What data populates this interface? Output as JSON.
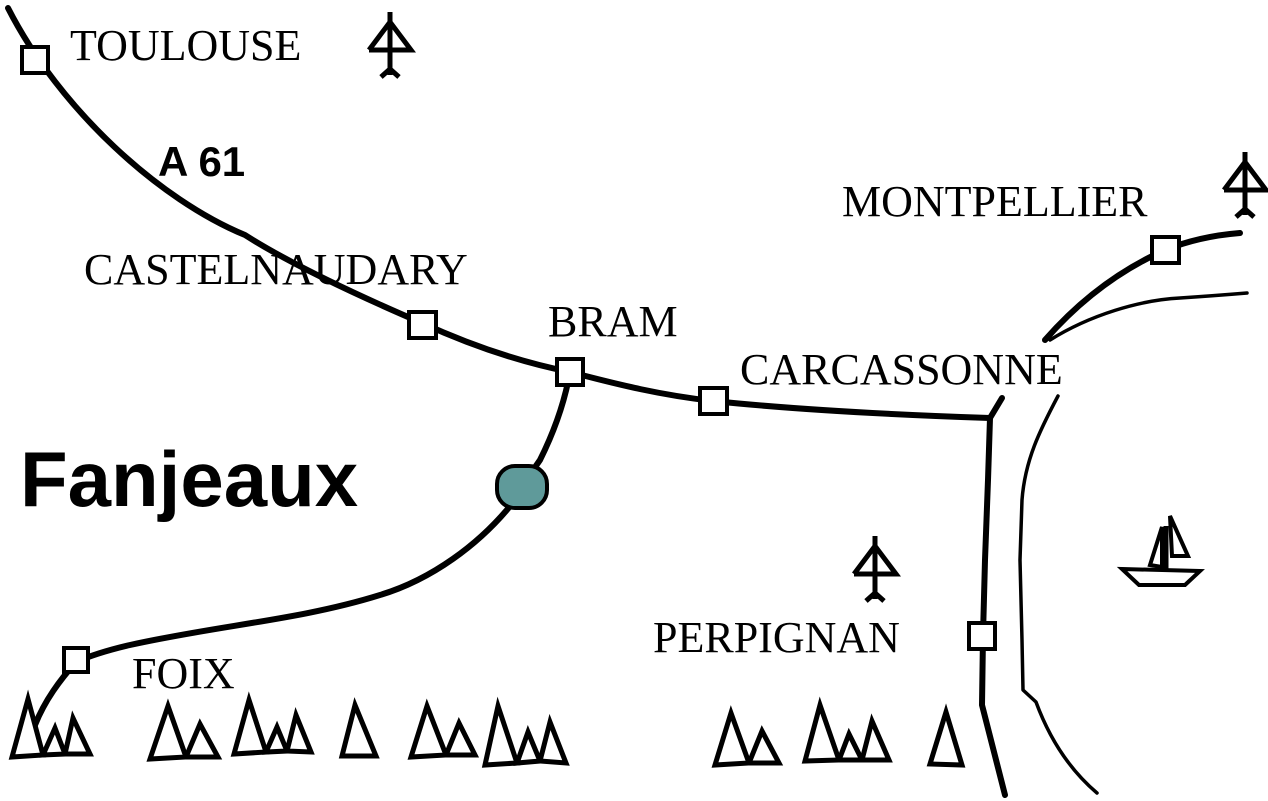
{
  "map": {
    "title": "Fanjeaux",
    "highlight_color": "#5f9a9a",
    "road_label": "A 61",
    "cities": [
      {
        "name": "TOULOUSE",
        "has_airport": true
      },
      {
        "name": "CASTELNAUDARY",
        "has_airport": false
      },
      {
        "name": "BRAM",
        "has_airport": false
      },
      {
        "name": "CARCASSONNE",
        "has_airport": false
      },
      {
        "name": "MONTPELLIER",
        "has_airport": true
      },
      {
        "name": "PERPIGNAN",
        "has_airport": true
      },
      {
        "name": "FOIX",
        "has_airport": false
      }
    ],
    "icons": {
      "airport": "airplane-icon",
      "town": "square-marker",
      "destination": "teal-oval-marker",
      "sea": "sailboat-icon",
      "mountains": "mountain-triangles"
    }
  }
}
